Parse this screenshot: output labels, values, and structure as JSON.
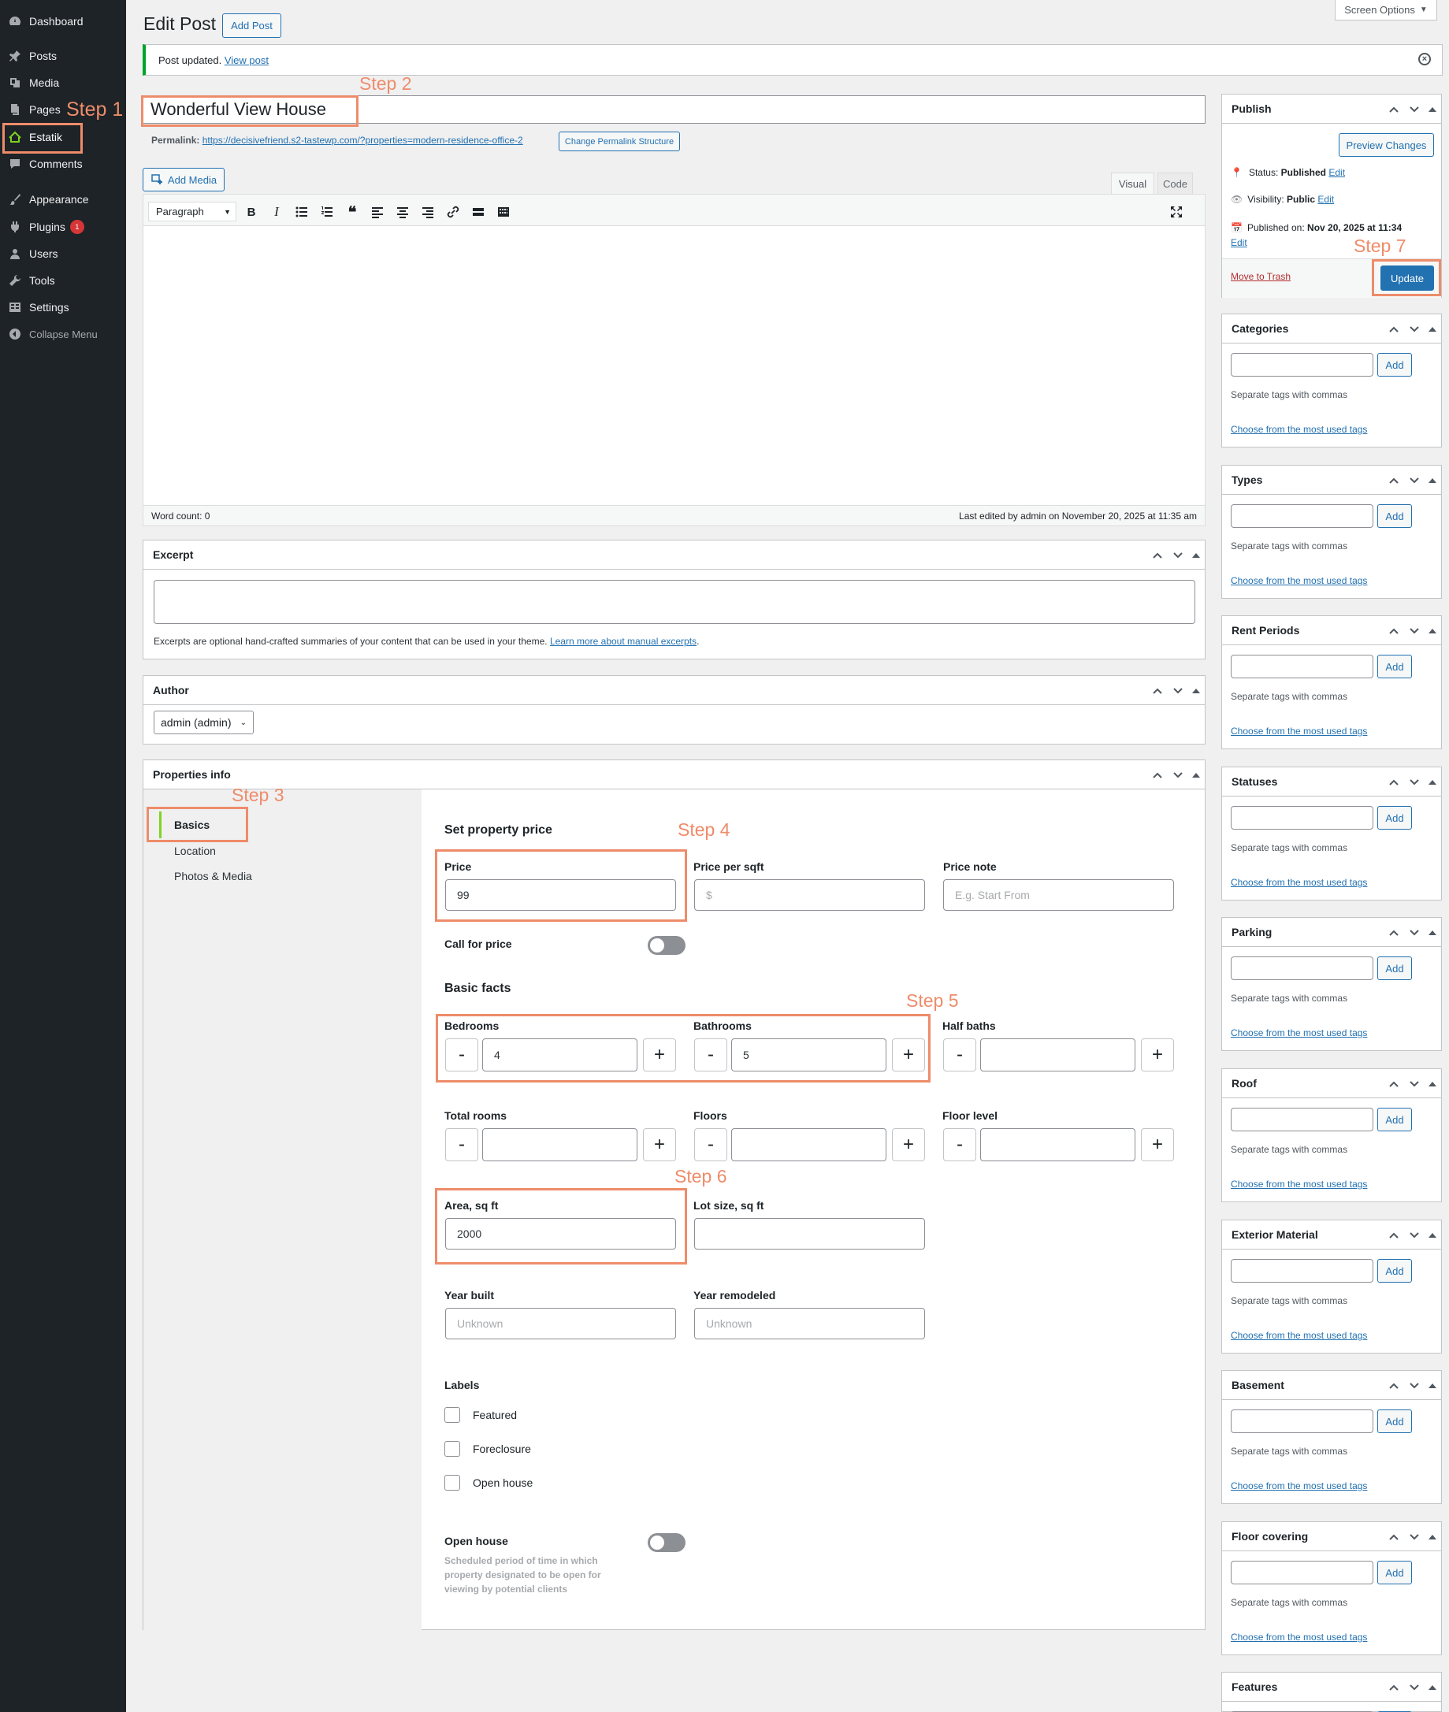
{
  "sidebar": {
    "items": [
      {
        "label": "Dashboard",
        "icon": "dashboard-icon"
      },
      {
        "label": "Posts",
        "icon": "pin-icon"
      },
      {
        "label": "Media",
        "icon": "media-icon"
      },
      {
        "label": "Pages",
        "icon": "pages-icon"
      },
      {
        "label": "Estatik",
        "icon": "house-icon"
      },
      {
        "label": "Comments",
        "icon": "comment-icon"
      },
      {
        "label": "Appearance",
        "icon": "brush-icon"
      },
      {
        "label": "Plugins",
        "icon": "plugin-icon",
        "badge": "1"
      },
      {
        "label": "Users",
        "icon": "user-icon"
      },
      {
        "label": "Tools",
        "icon": "wrench-icon"
      },
      {
        "label": "Settings",
        "icon": "settings-icon"
      }
    ],
    "collapse_label": "Collapse Menu"
  },
  "header": {
    "title": "Edit Post",
    "add_post": "Add Post",
    "screen_options": "Screen Options"
  },
  "notice": {
    "text": "Post updated.",
    "link": "View post"
  },
  "post": {
    "title": "Wonderful View House",
    "permalink_label": "Permalink:",
    "permalink_url": "https://decisivefriend.s2-tastewp.com/?properties=modern-residence-office-2",
    "change_permalink": "Change Permalink Structure"
  },
  "editor": {
    "add_media": "Add Media",
    "tab_visual": "Visual",
    "tab_code": "Code",
    "format": "Paragraph",
    "word_count": "Word count: 0",
    "last_edited": "Last edited by admin on November 20, 2025 at 11:35 am"
  },
  "excerpt": {
    "title": "Excerpt",
    "help": "Excerpts are optional hand-crafted summaries of your content that can be used in your theme.",
    "help_link": "Learn more about manual excerpts"
  },
  "author": {
    "title": "Author",
    "selected": "admin (admin)"
  },
  "properties": {
    "title": "Properties info",
    "tabs": [
      "Basics",
      "Location",
      "Photos & Media"
    ],
    "price_heading": "Set property price",
    "price_label": "Price",
    "price_value": "99",
    "price_sqft_label": "Price per sqft",
    "price_sqft_placeholder": "$",
    "price_note_label": "Price note",
    "price_note_placeholder": "E.g. Start From",
    "call_for_price": "Call for price",
    "facts_heading": "Basic facts",
    "bedrooms_label": "Bedrooms",
    "bedrooms_value": "4",
    "bathrooms_label": "Bathrooms",
    "bathrooms_value": "5",
    "half_baths_label": "Half baths",
    "total_rooms_label": "Total rooms",
    "floors_label": "Floors",
    "floor_level_label": "Floor level",
    "area_label": "Area, sq ft",
    "area_value": "2000",
    "lot_label": "Lot size, sq ft",
    "year_built_label": "Year built",
    "year_built_placeholder": "Unknown",
    "year_remodeled_label": "Year remodeled",
    "year_remodeled_placeholder": "Unknown",
    "labels_heading": "Labels",
    "label_options": [
      "Featured",
      "Foreclosure",
      "Open house"
    ],
    "open_house_label": "Open house",
    "open_house_help": "Scheduled period of time in which property designated to be open for viewing by potential clients",
    "minus": "-",
    "plus": "+"
  },
  "publish": {
    "title": "Publish",
    "preview": "Preview Changes",
    "status_label": "Status:",
    "status_value": "Published",
    "visibility_label": "Visibility:",
    "visibility_value": "Public",
    "published_label": "Published on:",
    "published_value": "Nov 20, 2025 at 11:34",
    "edit": "Edit",
    "trash": "Move to Trash",
    "update": "Update"
  },
  "taxonomies": [
    {
      "title": "Categories"
    },
    {
      "title": "Types"
    },
    {
      "title": "Rent Periods"
    },
    {
      "title": "Statuses"
    },
    {
      "title": "Parking"
    },
    {
      "title": "Roof"
    },
    {
      "title": "Exterior Material"
    },
    {
      "title": "Basement"
    },
    {
      "title": "Floor covering"
    },
    {
      "title": "Features"
    }
  ],
  "taxonomy_common": {
    "add": "Add",
    "help": "Separate tags with commas",
    "choose": "Choose from the most used tags"
  },
  "steps": [
    "Step 1",
    "Step 2",
    "Step 3",
    "Step 4",
    "Step 5",
    "Step 6",
    "Step 7"
  ],
  "colors": {
    "accent": "#2271b1",
    "step": "#ee8c6a",
    "sidebar": "#1d2327",
    "estatik_green": "#7fd320"
  }
}
